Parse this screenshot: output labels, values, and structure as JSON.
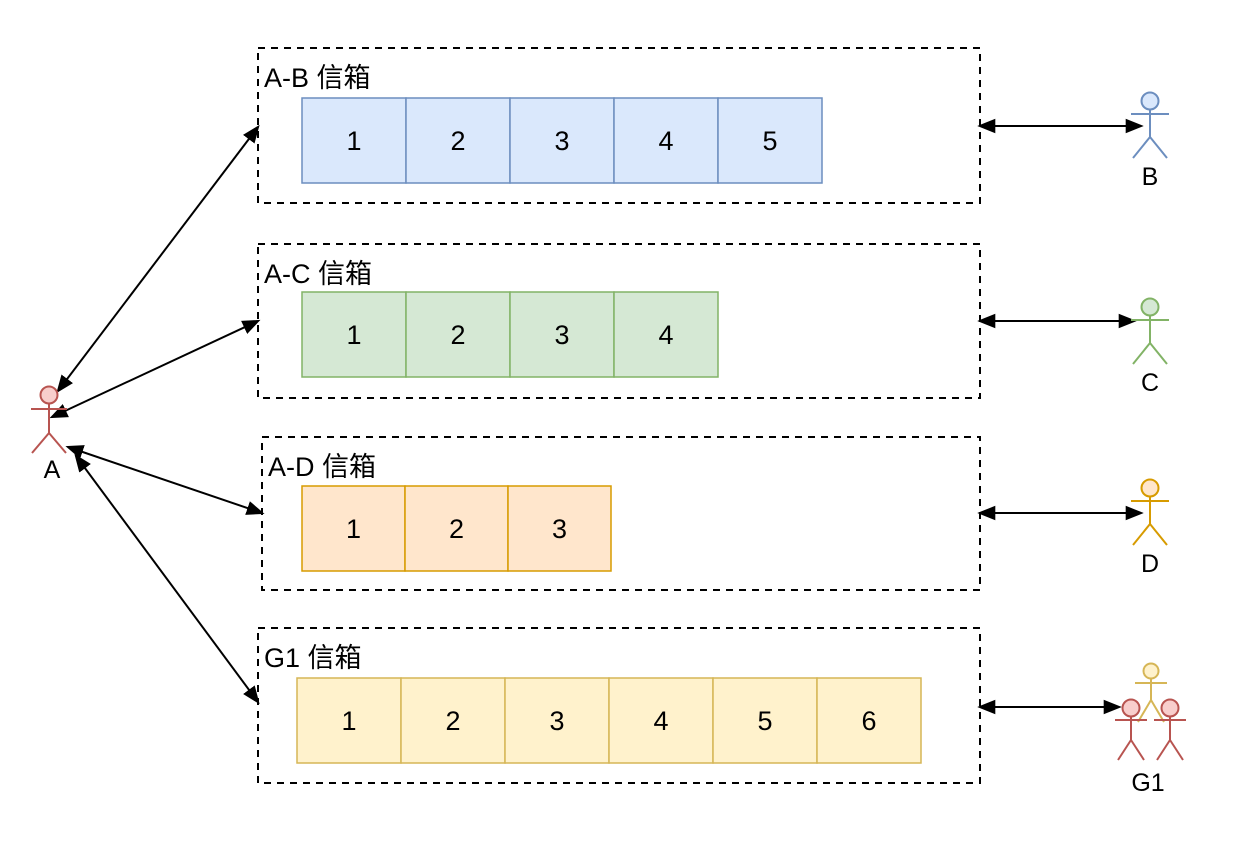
{
  "colors": {
    "background": "#ffffff",
    "line": "#000000",
    "text": "#000000",
    "blue_fill": "#dae8fc",
    "blue_stroke": "#6c8ebf",
    "green_fill": "#d5e8d4",
    "green_stroke": "#82b366",
    "orange_fill": "#ffe6cc",
    "orange_stroke": "#d79b00",
    "yellow_fill": "#fff2cc",
    "yellow_stroke": "#d6b656",
    "red_fill": "#f8cecc",
    "red_stroke": "#b85450"
  },
  "actor_left": {
    "label": "A"
  },
  "mailboxes": [
    {
      "label": "A-B 信箱",
      "cells": [
        "1",
        "2",
        "3",
        "4",
        "5"
      ],
      "fill": "#dae8fc",
      "stroke": "#6c8ebf",
      "peer_label": "B"
    },
    {
      "label": "A-C 信箱",
      "cells": [
        "1",
        "2",
        "3",
        "4"
      ],
      "fill": "#d5e8d4",
      "stroke": "#82b366",
      "peer_label": "C"
    },
    {
      "label": "A-D 信箱",
      "cells": [
        "1",
        "2",
        "3"
      ],
      "fill": "#ffe6cc",
      "stroke": "#d79b00",
      "peer_label": "D"
    },
    {
      "label": "G1 信箱",
      "cells": [
        "1",
        "2",
        "3",
        "4",
        "5",
        "6"
      ],
      "fill": "#fff2cc",
      "stroke": "#d6b656",
      "peer_label": "G1"
    }
  ]
}
